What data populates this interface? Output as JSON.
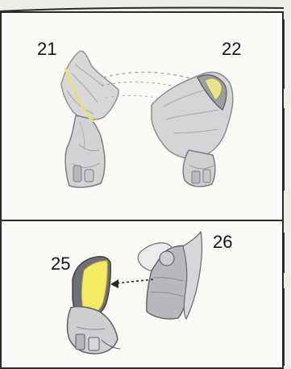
{
  "diagram": {
    "step_labels": {
      "left_arm": "21",
      "right_arm": "22",
      "yellow_pad": "25",
      "shoulder_plate": "26"
    },
    "highlight_color": "#f2ea63"
  }
}
